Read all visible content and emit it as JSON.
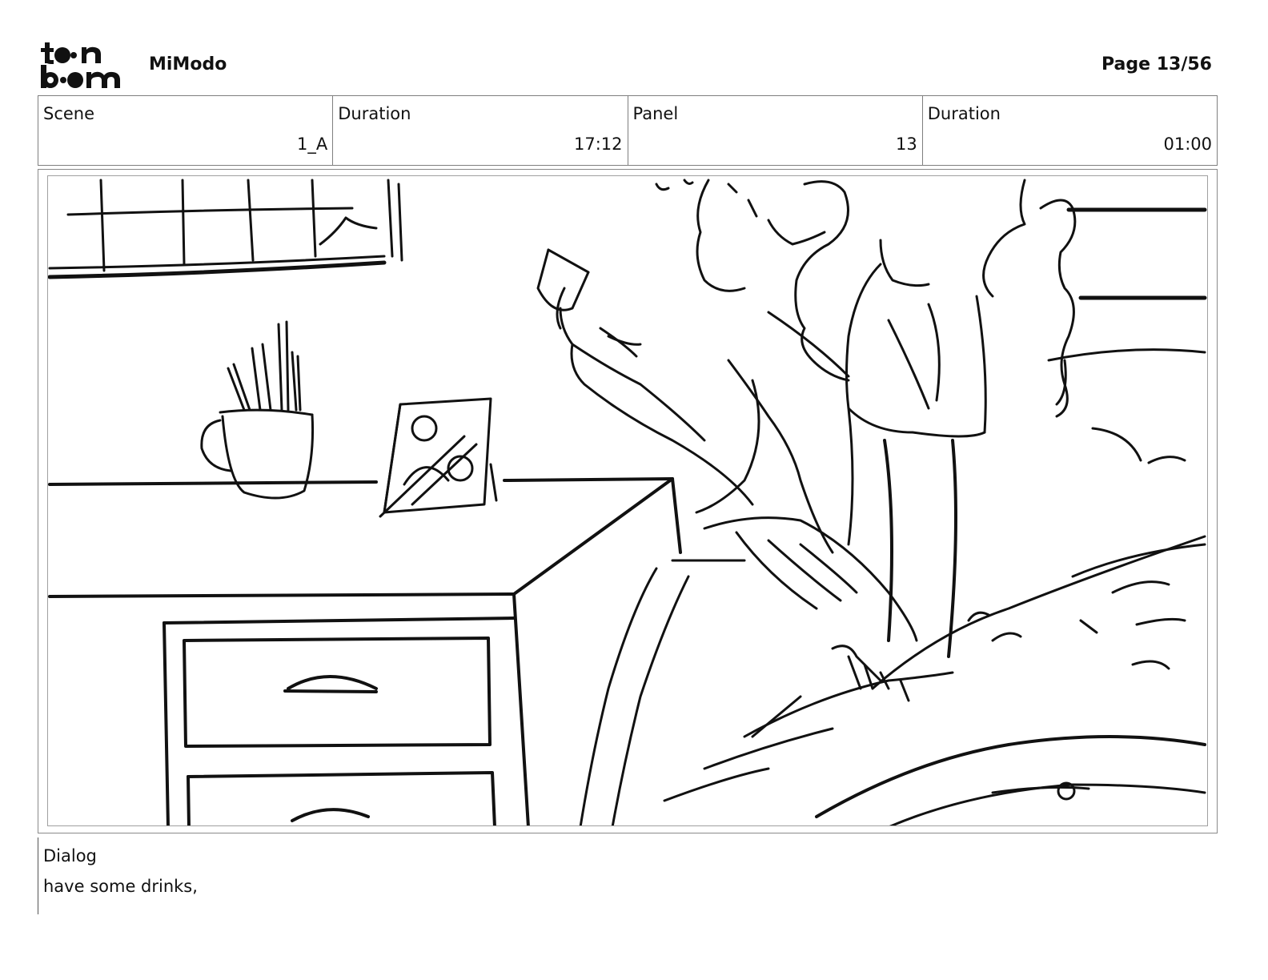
{
  "header": {
    "logo_text": "toon boom",
    "project": "MiModo",
    "page": "Page 13/56"
  },
  "info": {
    "scene_label": "Scene",
    "scene_value": "1_A",
    "scene_duration_label": "Duration",
    "scene_duration_value": "17:12",
    "panel_label": "Panel",
    "panel_value": "13",
    "panel_duration_label": "Duration",
    "panel_duration_value": "01:00"
  },
  "panel_image": {
    "description_icon": "storyboard-sketch"
  },
  "dialog": {
    "label": "Dialog",
    "text": "have some drinks,"
  }
}
